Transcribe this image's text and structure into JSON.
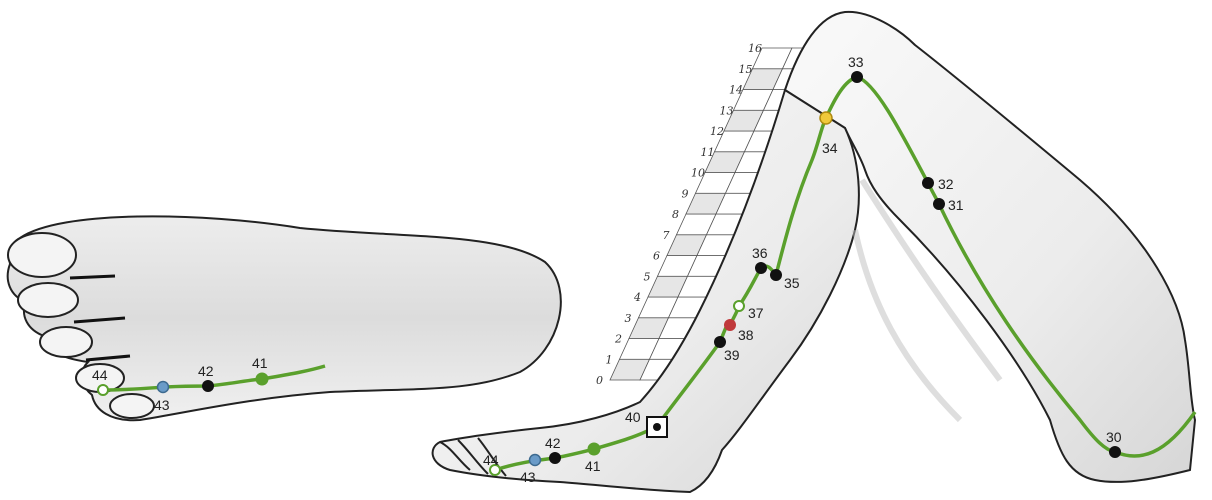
{
  "diagram": {
    "meridian_color": "#5aa02c",
    "point_colors": {
      "standard": "#111111",
      "yellow": "#f0c93a",
      "red": "#c0393b",
      "blue": "#6a9bc8",
      "green": "#5aa02c",
      "open": "#ffffff"
    },
    "scale_ticks": [
      "0",
      "1",
      "2",
      "3",
      "4",
      "5",
      "6",
      "7",
      "8",
      "9",
      "10",
      "11",
      "12",
      "13",
      "14",
      "15",
      "16"
    ],
    "foot_labels": {
      "p44": "44",
      "p43": "43",
      "p42": "42",
      "p41": "41"
    },
    "leg_labels": {
      "p30": "30",
      "p31": "31",
      "p32": "32",
      "p33": "33",
      "p34": "34",
      "p35": "35",
      "p36": "36",
      "p37": "37",
      "p38": "38",
      "p39": "39",
      "p40": "40",
      "p41": "41",
      "p42": "42",
      "p43": "43",
      "p44": "44"
    }
  }
}
